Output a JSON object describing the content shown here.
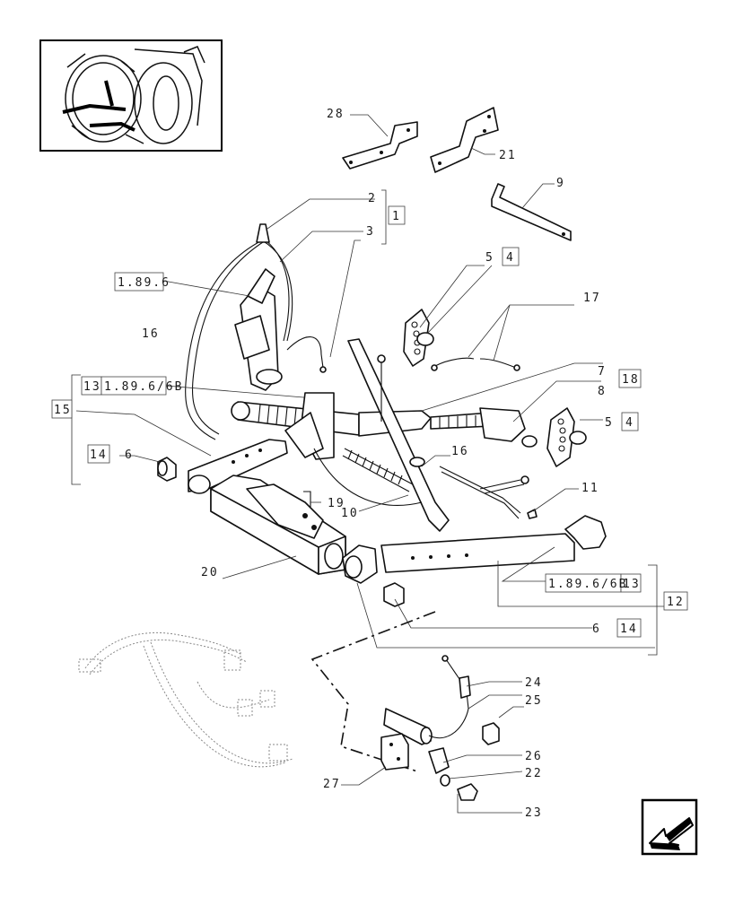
{
  "labels": {
    "l1": "1",
    "l2": "2",
    "l3": "3",
    "l4a": "4",
    "l4b": "4",
    "l5a": "5",
    "l5b": "5",
    "l6a": "6",
    "l6b": "6",
    "l7": "7",
    "l8": "8",
    "l9": "9",
    "l10": "10",
    "l11": "11",
    "l12": "12",
    "l13a": "13",
    "l13b": "13",
    "l14a": "14",
    "l14b": "14",
    "l15": "15",
    "l16a": "16",
    "l16b": "16",
    "l17": "17",
    "l18": "18",
    "l19": "19",
    "l20": "20",
    "l21": "21",
    "l22": "22",
    "l23": "23",
    "l24": "24",
    "l25": "25",
    "l26": "26",
    "l27": "27",
    "l28": "28",
    "ref1": "1.89.6",
    "ref2": "1.89.6/6B",
    "ref3": "1.89.6/6B"
  },
  "nav_icon": "arrow-pointing-left-icon"
}
